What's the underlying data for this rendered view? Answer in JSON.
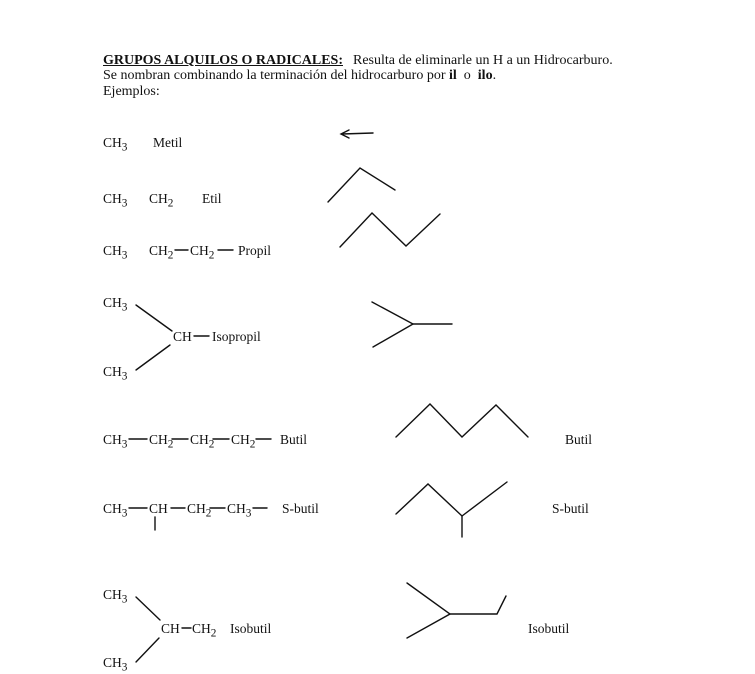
{
  "header": {
    "heading": "GRUPOS ALQUILOS  O RADICALES:",
    "heading_rest": "Resulta de eliminarle un H a un Hidrocarburo.",
    "line2_a": "Se nombran combinando la terminación del hidrocarburo por ",
    "line2_il": "il",
    "line2_o": "o",
    "line2_ilo": "ilo",
    "line2_end": ".",
    "examples_label": "Ejemplos:"
  },
  "examples": {
    "metil": {
      "formula_ch3": "CH",
      "sub3": "3",
      "name": "Metil"
    },
    "etil": {
      "ch3": "CH",
      "sub3": "3",
      "ch2": "CH",
      "sub2": "2",
      "name": "Etil"
    },
    "propil": {
      "ch3": "CH",
      "sub3": "3",
      "ch2a": "CH",
      "sub2a": "2",
      "ch2b": "CH",
      "sub2b": "2",
      "name": "Propil"
    },
    "isopropil": {
      "ch3_top": "CH",
      "sub_top": "3",
      "ch": "CH",
      "name": "Isopropil",
      "ch3_bottom": "CH",
      "sub_bottom": "3"
    },
    "butil": {
      "ch3": "CH",
      "sub3": "3",
      "ch2a": "CH",
      "sub2a": "2",
      "ch2b": "CH",
      "sub2b": "2",
      "ch2c": "CH",
      "sub2c": "2",
      "name": "Butil",
      "skeletal_label": "Butil"
    },
    "sbutil": {
      "ch3a": "CH",
      "sub3a": "3",
      "ch": "CH",
      "ch2": "CH",
      "sub2": "2",
      "ch3b": "CH",
      "sub3b": "3",
      "name": "S-butil",
      "skeletal_label": "S-butil"
    },
    "isobutil": {
      "ch3_top": "CH",
      "sub_top": "3",
      "ch": "CH",
      "ch2": "CH",
      "sub2": "2",
      "name": "Isobutil",
      "ch3_bottom": "CH",
      "sub_bottom": "3",
      "skeletal_label": "Isobutil"
    }
  }
}
